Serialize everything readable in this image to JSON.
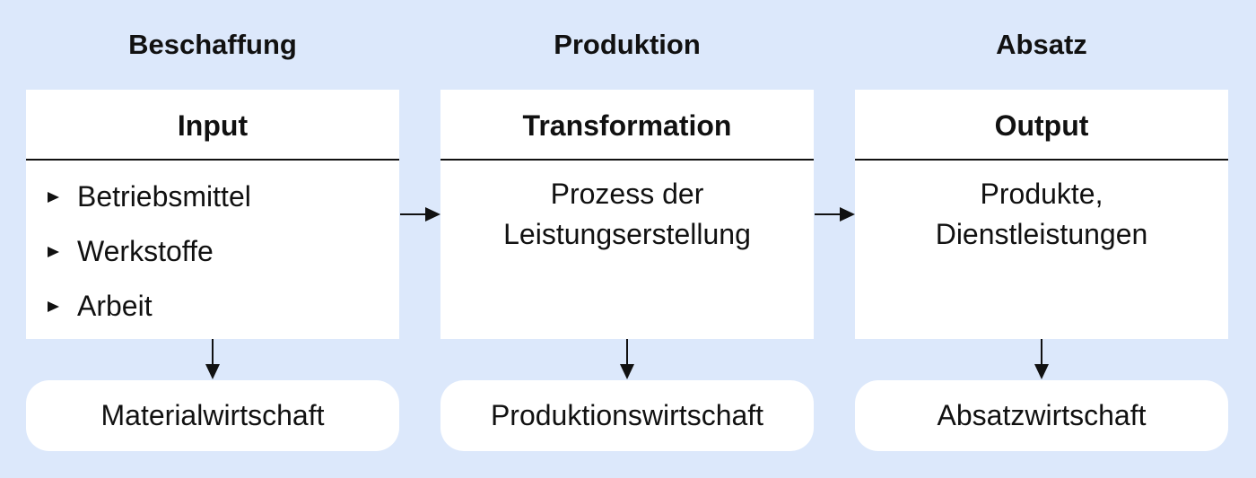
{
  "columns": [
    {
      "phase": "Beschaffung",
      "header": "Input",
      "items": [
        "Betriebsmittel",
        "Werkstoffe",
        "Arbeit"
      ],
      "result": "Materialwirtschaft"
    },
    {
      "phase": "Produktion",
      "header": "Transformation",
      "body": [
        "Prozess der",
        "Leistungserstellung"
      ],
      "result": "Produktionswirtschaft"
    },
    {
      "phase": "Absatz",
      "header": "Output",
      "body": [
        "Produkte,",
        "Dienstleistungen"
      ],
      "result": "Absatzwirtschaft"
    }
  ],
  "colors": {
    "background": "#dce8fb",
    "box": "#ffffff",
    "line": "#111111"
  }
}
